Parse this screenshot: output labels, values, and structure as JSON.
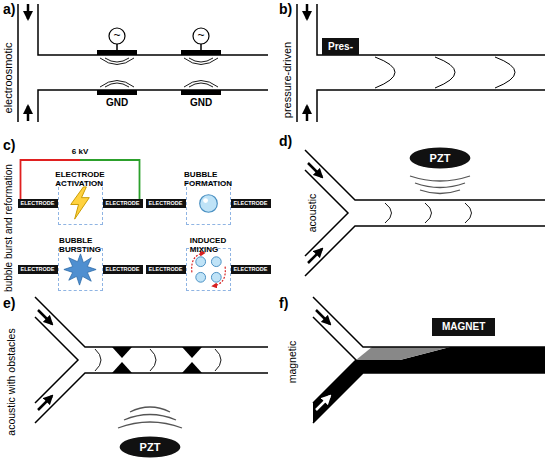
{
  "diagram": {
    "nodes": [
      {
        "text": [
          "Pres-"
        ]
      },
      {
        "text": [
          "ELECTRODE ACTIVATION"
        ]
      },
      {
        "text": [
          "ELECTRODE"
        ]
      },
      {
        "text": [
          "ELECTRODE"
        ]
      },
      {
        "text": [
          "BUBBLE FORMATION"
        ]
      },
      {
        "text": [
          "ELECTRODE"
        ]
      },
      {
        "text": [
          "ELECTRODE"
        ]
      },
      {
        "text": [
          "BUBBLE BURSTING"
        ]
      },
      {
        "text": [
          "ELECTRODE"
        ]
      },
      {
        "text": [
          "ELECTRODE"
        ]
      },
      {
        "text": [
          "INDUCED MIXING"
        ]
      },
      {
        "text": [
          "ELECTRODE"
        ]
      },
      {
        "text": [
          "ELECTRODE"
        ]
      },
      {
        "text": [
          "PZT"
        ]
      },
      {
        "text": [
          "PZT"
        ]
      },
      {
        "text": [
          "MAGNET"
        ]
      }
    ],
    "edges": [
      {
        "from": 2,
        "to": 3,
        "arrow": "none",
        "label": "6 kV"
      }
    ],
    "labels": [
      "a)",
      "~",
      "~",
      "electroosmotic",
      "GND",
      "GND",
      "b)",
      "pressure-driven",
      "c)",
      "bubble burst and reformation",
      "d)",
      "acoustic",
      "e)",
      "acoustic with obstacles",
      "f)",
      "magnetic"
    ]
  }
}
